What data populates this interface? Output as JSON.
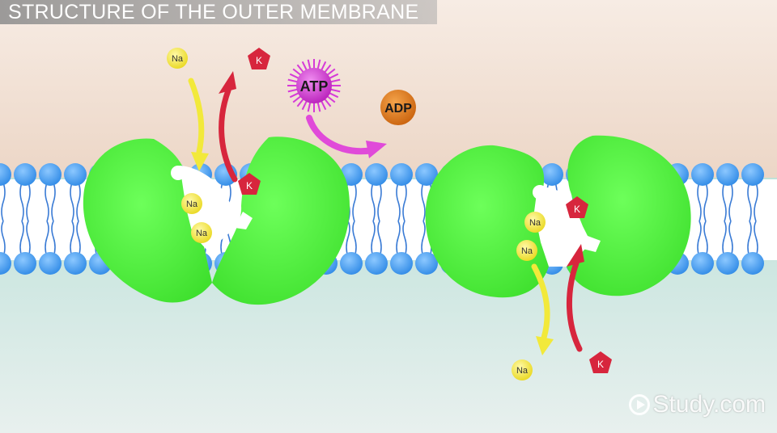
{
  "title": "STRUCTURE OF THE OUTER MEMBRANE",
  "labels": {
    "sodium": "Na",
    "potassium": "K",
    "atp": "ATP",
    "adp": "ADP"
  },
  "watermark": "Study.com",
  "colors": {
    "outside": "#f0ddd0",
    "inside": "#cfe8e2",
    "lipid_head": "#4aa3f0",
    "lipid_tail": "#3a7bd5",
    "protein": "#55ee44",
    "sodium": "#f2e93a",
    "potassium": "#d7263d",
    "atp": "#d63ad8",
    "adp": "#e0781a",
    "arrow_yellow": "#f2e93a",
    "arrow_red": "#d7263d",
    "arrow_magenta": "#e04ad9"
  },
  "icons": {
    "watermark": "play-circle-icon"
  }
}
